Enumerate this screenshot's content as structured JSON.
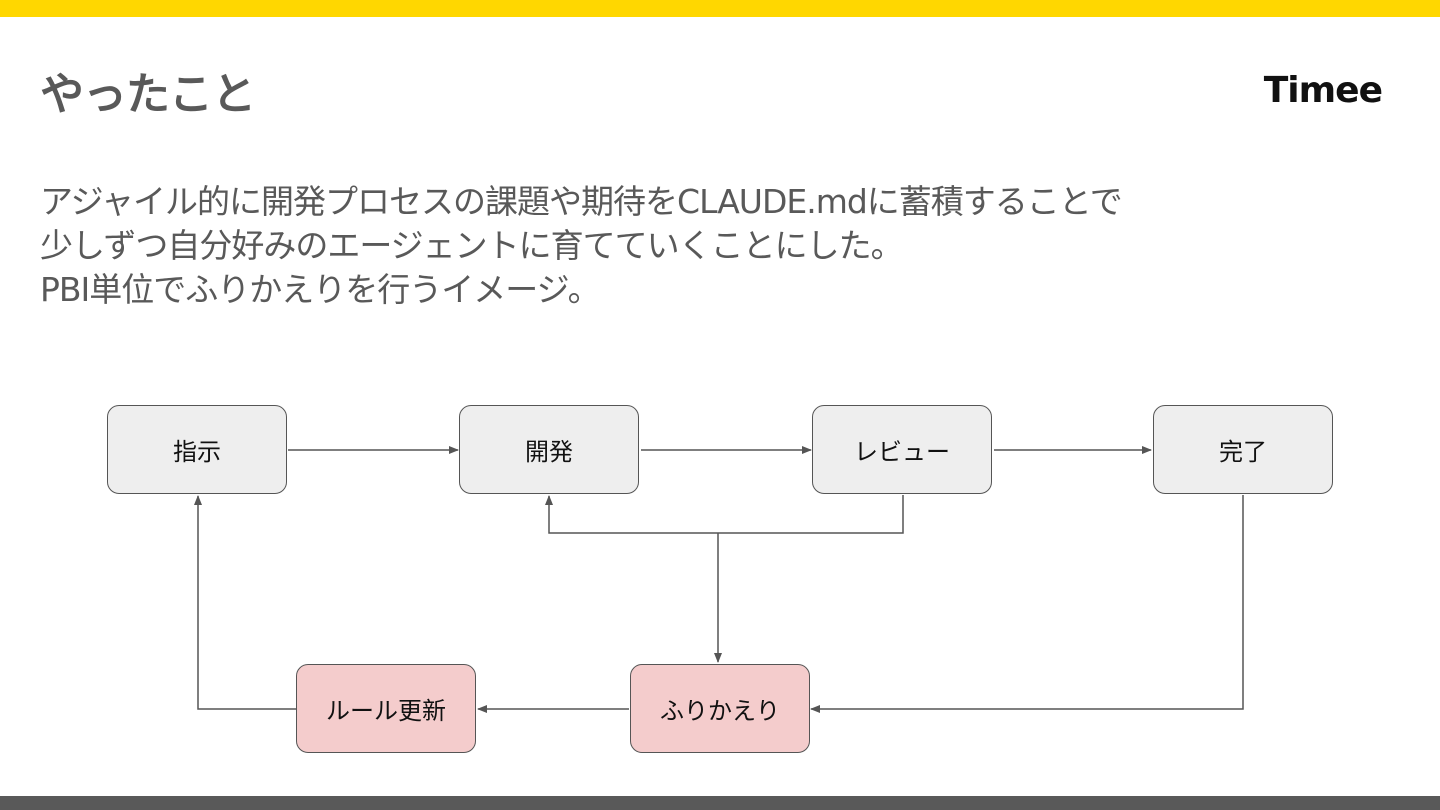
{
  "slide": {
    "title": "やったこと",
    "logo": "Timee",
    "body_lines": [
      "アジャイル的に開発プロセスの課題や期待をCLAUDE.mdに蓄積することで",
      "少しずつ自分好みのエージェントに育てていくことにした。",
      "PBI単位でふりかえりを行うイメージ。"
    ],
    "colors": {
      "accent_bar": "#ffd700",
      "footer_bar": "#595959",
      "node_fill": "#eeeeee",
      "highlight_fill": "#f4cccc"
    }
  },
  "diagram": {
    "nodes": {
      "instruct": "指示",
      "develop": "開発",
      "review": "レビュー",
      "done": "完了",
      "retro": "ふりかえり",
      "rule_update": "ルール更新"
    },
    "edges": [
      [
        "instruct",
        "develop"
      ],
      [
        "develop",
        "review"
      ],
      [
        "review",
        "done"
      ],
      [
        "review",
        "develop"
      ],
      [
        "review",
        "retro"
      ],
      [
        "done",
        "retro"
      ],
      [
        "retro",
        "rule_update"
      ],
      [
        "rule_update",
        "instruct"
      ]
    ]
  }
}
